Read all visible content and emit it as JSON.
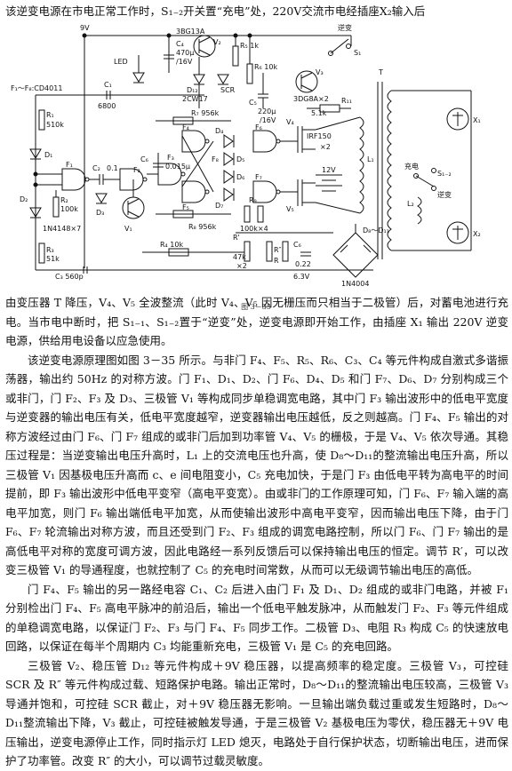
{
  "header_line": "该逆变电源在市电正常工作时，S₁₋₂开关置“充电”处，220V交流市电经插座X₂输入后",
  "figure": {
    "caption": "图 3－35",
    "labels": {
      "vcc": "9V",
      "gate_chip": "F₁～F₈:CD4011",
      "led": "LED",
      "c1": "C₁",
      "c1_val": "6800",
      "r1": "R₁",
      "r1_val": "510k",
      "d1": "D₁",
      "f1": "F₁",
      "c2": "C₂",
      "c2_val": "0.1",
      "r2": "R₂",
      "r2_val": "100k",
      "d2": "D₂",
      "d3": "D₃",
      "d_series": "1N4148×7",
      "r3": "R₃",
      "r3_val": "51k",
      "c3": "C₃ 560p",
      "f2": "F₂",
      "f3": "F₃",
      "v1": "V₁",
      "r4": "R₄ 10k",
      "c4": "C₄",
      "c4_val": "470μ",
      "c4_volt": "/16V",
      "v2": "3BG13A",
      "v2_name": "V₂",
      "d12": "D₁₂",
      "d12_type": "2CW17",
      "scr": "SCR",
      "r5": "R₅ 1k",
      "r6": "R₆ 10k",
      "c5": "C₅",
      "c5_val": "220μ",
      "c5_volt": "/16V",
      "r7": "R₇ 956k",
      "r8": "R₈ 956k",
      "c6": "C₆",
      "c6_val": "0.015μ",
      "f4": "F₄",
      "f5": "F₅",
      "f6": "F₆",
      "f7": "F₇",
      "f8": "F₈",
      "d4": "D₄",
      "d5": "D₅",
      "d6": "D₆",
      "d7": "D₇",
      "r9": "R₉",
      "r10": "100k×4",
      "v3": "V₃",
      "v3_type": "3DG8A×2",
      "v4": "V₄",
      "r11": "R₁₁",
      "r11_val": "5.1k",
      "switch_top": "逆变",
      "switch_s": "S₁",
      "mosfet": "IRF150",
      "mosfet_qty": "×2",
      "v5": "V₅",
      "l1": "L₁",
      "battery": "12V",
      "transformer": "T",
      "x1": "X₁",
      "x2": "X₂",
      "charge": "充电",
      "invert": "逆变",
      "s12": "S₁₋₂",
      "l2": "L₂",
      "rp": "R'",
      "rp_val": "47k",
      "rp_qty": "×2",
      "rpp": "R″",
      "r12": "R",
      "c6b": "C₆",
      "c6b_val": "0.22",
      "c6b_volt": "6.3V",
      "bridge": "D₈～D₁₁",
      "bridge_type": "1N4004"
    }
  },
  "paragraphs": [
    "由变压器 T 降压，V₄、V₅ 全波整流（此时 V₄、V₅ 因无栅压而只相当于二极管）后，对蓄电池进行充电。当市电中断时，把 S₁₋₁、S₁₋₂置于“逆变”处，逆变电源即开始工作，由插座 X₁ 输出 220V 逆变电源，供给用电设备以应急使用。",
    "该逆变电源原理图如图 3－35 所示。与非门 F₄、F₅、R₅、R₆、C₃、C₄ 等元件构成自激式多谐振荡器，输出约 50Hz 的对称方波。门 F₁、D₁、D₂、门 F₆、D₄、D₅ 和门 F₇、D₆、D₇ 分别构成三个或非门，门 F₂、F₃ 及 D₃、三极管 V₁ 等构成同步单稳调宽电路，其中门 F₃ 输出波形中的低电平宽度与逆变器的输出电压有关，低电平宽度越窄，逆变器输出电压越低，反之则越高。门 F₄、F₅ 输出的对称方波经过由门 F₆、门 F₇ 组成的或非门后加到功率管 V₄、V₅ 的栅极，于是 V₄、V₅ 依次导通。其稳压过程是：当逆变输出电压升高时，L₁ 上的交流电压也升高，使 D₈～D₁₁的整流输出电压升高，所以三极管 V₁ 因基极电压升高而 c、e 间电阻变小，C₅ 充电加快，于是门 F₃ 由低电平转为高电平的时间提前，即 F₃ 输出波形中低电平变窄（高电平变宽）。由或非门的工作原理可知，门 F₆、F₇ 输入端的高电平加宽，则门 F₆ 输出端低电平加宽，从而使输出波形中高电平变窄，因而输出电压下降，由于门 F₆、F₇ 轮流输出对称方波，而且还受到门 F₂、F₃ 组成的调宽电路控制，所以门 F₆、门 F₇ 输出的是高低电平对称的宽度可调方波，因此电路经一系列反馈后可以保持输出电压的恒定。调节 R′，可以改变三极管 V₁ 的导通程度，也就控制了 C₅ 的充电时间常数，从而可以无级调节输出电压的高低。",
    "门 F₄、F₅ 输出的另一路经电容 C₁、C₂ 后进入由门 F₁ 及 D₁、D₂ 组成的或非门电路，并被 F₁ 分别检出门 F₄、F₅ 高电平脉冲的前沿后，输出一个低电平触发脉冲，从而触发门 F₂、F₃ 等元件组成的单稳调宽电路，以保证门 F₂、F₃ 与门 F₄、F₅ 同步工作。二极管 D₃、电阻 R₃ 构成 C₅ 的快速放电回路，以保证在每半个周期内 C₃ 均能重新充电，三极管 V₁ 是 C₅ 的充电回路。",
    "三极管 V₂、稳压管 D₁₂ 等元件构成＋9V 稳压器，以提高频率的稳定度。三极管 V₃，可控硅 SCR 及 R″ 等元件构成过载、短路保护电路。输出正常时，D₈～D₁₁的整流输出电压较高，三极管 V₃ 导通并饱和，可控硅 SCR 截止，对＋9V 稳压器无影响。一旦输出端负载过重或发生短路时，D₈～D₁₁整流输出下降，V₃ 截止，可控硅被触发导通，于是三极管 V₂ 基极电压为零伏，稳压器无＋9V 电压输出，逆变电源停止工作，同时指示灯 LED 熄灭，电路处于自行保护状态，切断输出电压，进而保护了功率管。改变 R″ 的大小，可以调节过载灵敏度。"
  ]
}
